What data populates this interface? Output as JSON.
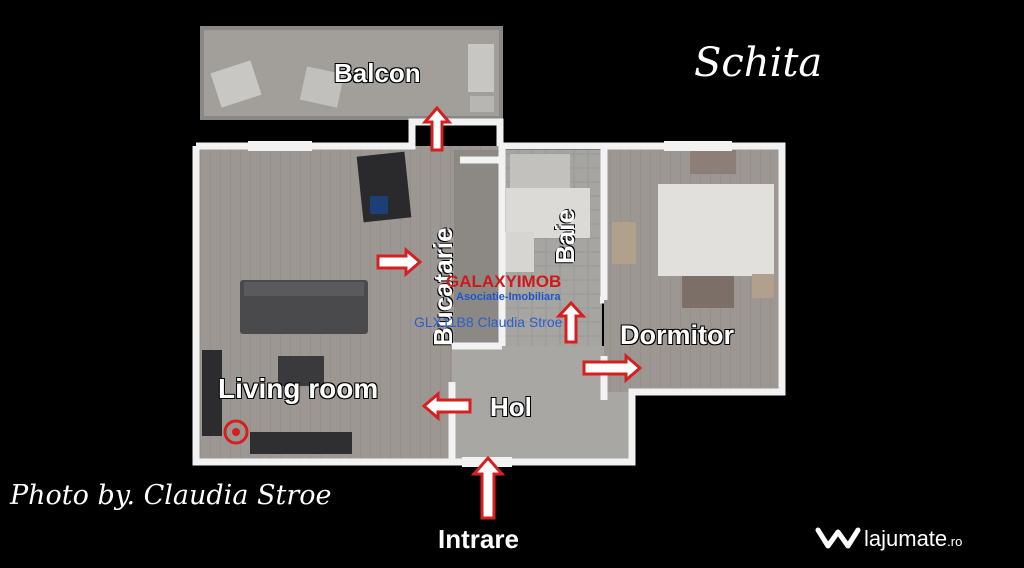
{
  "title": "Schita",
  "credit": "Photo by. Claudia Stroe",
  "rooms": {
    "balcony": "Balcon",
    "kitchen": "Bucatarie",
    "bathroom": "Baie",
    "bedroom": "Dormitor",
    "living": "Living room",
    "hall": "Hol",
    "entrance": "Intrare"
  },
  "watermark": {
    "agency": "GALAXYIMOB",
    "agency_sub": "Asociatie-Imobiliara",
    "reference": "GLX11B8 Claudia Stroe"
  },
  "brand": {
    "name": "lajumate",
    "suffix": ".ro"
  },
  "colors": {
    "background": "#000000",
    "arrow": "#d42020",
    "wall": "#f2f2f2",
    "floor": "#9a9590",
    "brand_red": "#d01818",
    "brand_blue": "#1e56c8"
  }
}
